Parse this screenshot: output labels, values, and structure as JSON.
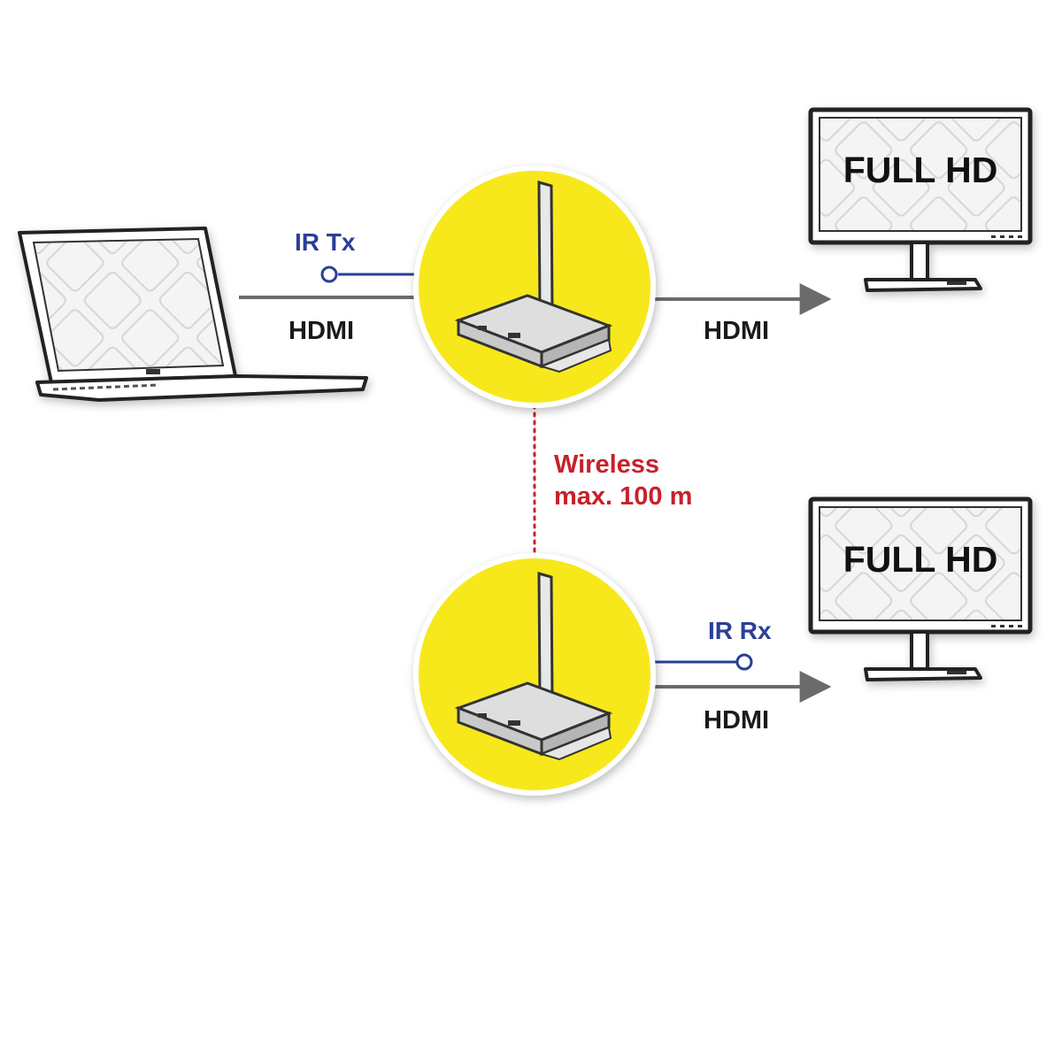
{
  "labels": {
    "ir_tx": "IR Tx",
    "ir_rx": "IR Rx",
    "hdmi_in": "HDMI",
    "hdmi_out_top": "HDMI",
    "hdmi_out_bottom": "HDMI",
    "wireless_line1": "Wireless",
    "wireless_line2": "max. 100 m"
  },
  "monitors": {
    "top_screen_text": "FULL HD",
    "bottom_screen_text": "FULL HD"
  },
  "colors": {
    "circle_yellow": "#f7e81a",
    "cable_gray": "#6b6b6b",
    "ir_blue": "#2a3f96",
    "wireless_red": "#c8202a"
  }
}
